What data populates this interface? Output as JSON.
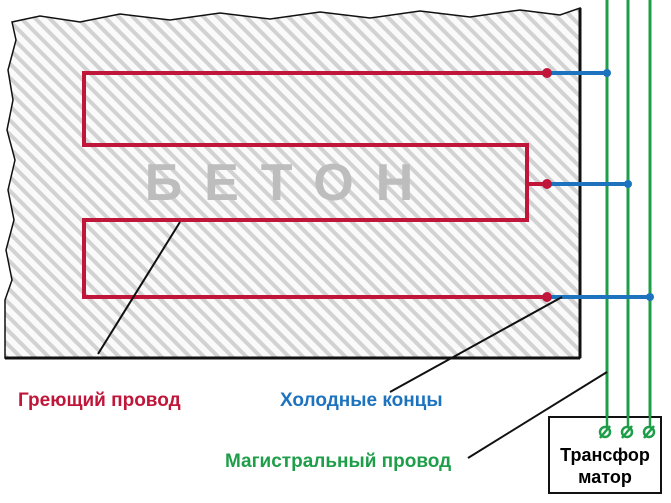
{
  "concrete_label": "БЕТОН",
  "labels": {
    "heating_wire": "Греющий провод",
    "cold_ends": "Холодные концы",
    "main_wire": "Магистральный провод"
  },
  "transformer": {
    "line1": "Трансфор",
    "line2": "матор"
  },
  "colors": {
    "heating": "#c0163a",
    "cold": "#1e73be",
    "main": "#1f9e4a",
    "concrete_hatch": "#cfcfcf"
  }
}
